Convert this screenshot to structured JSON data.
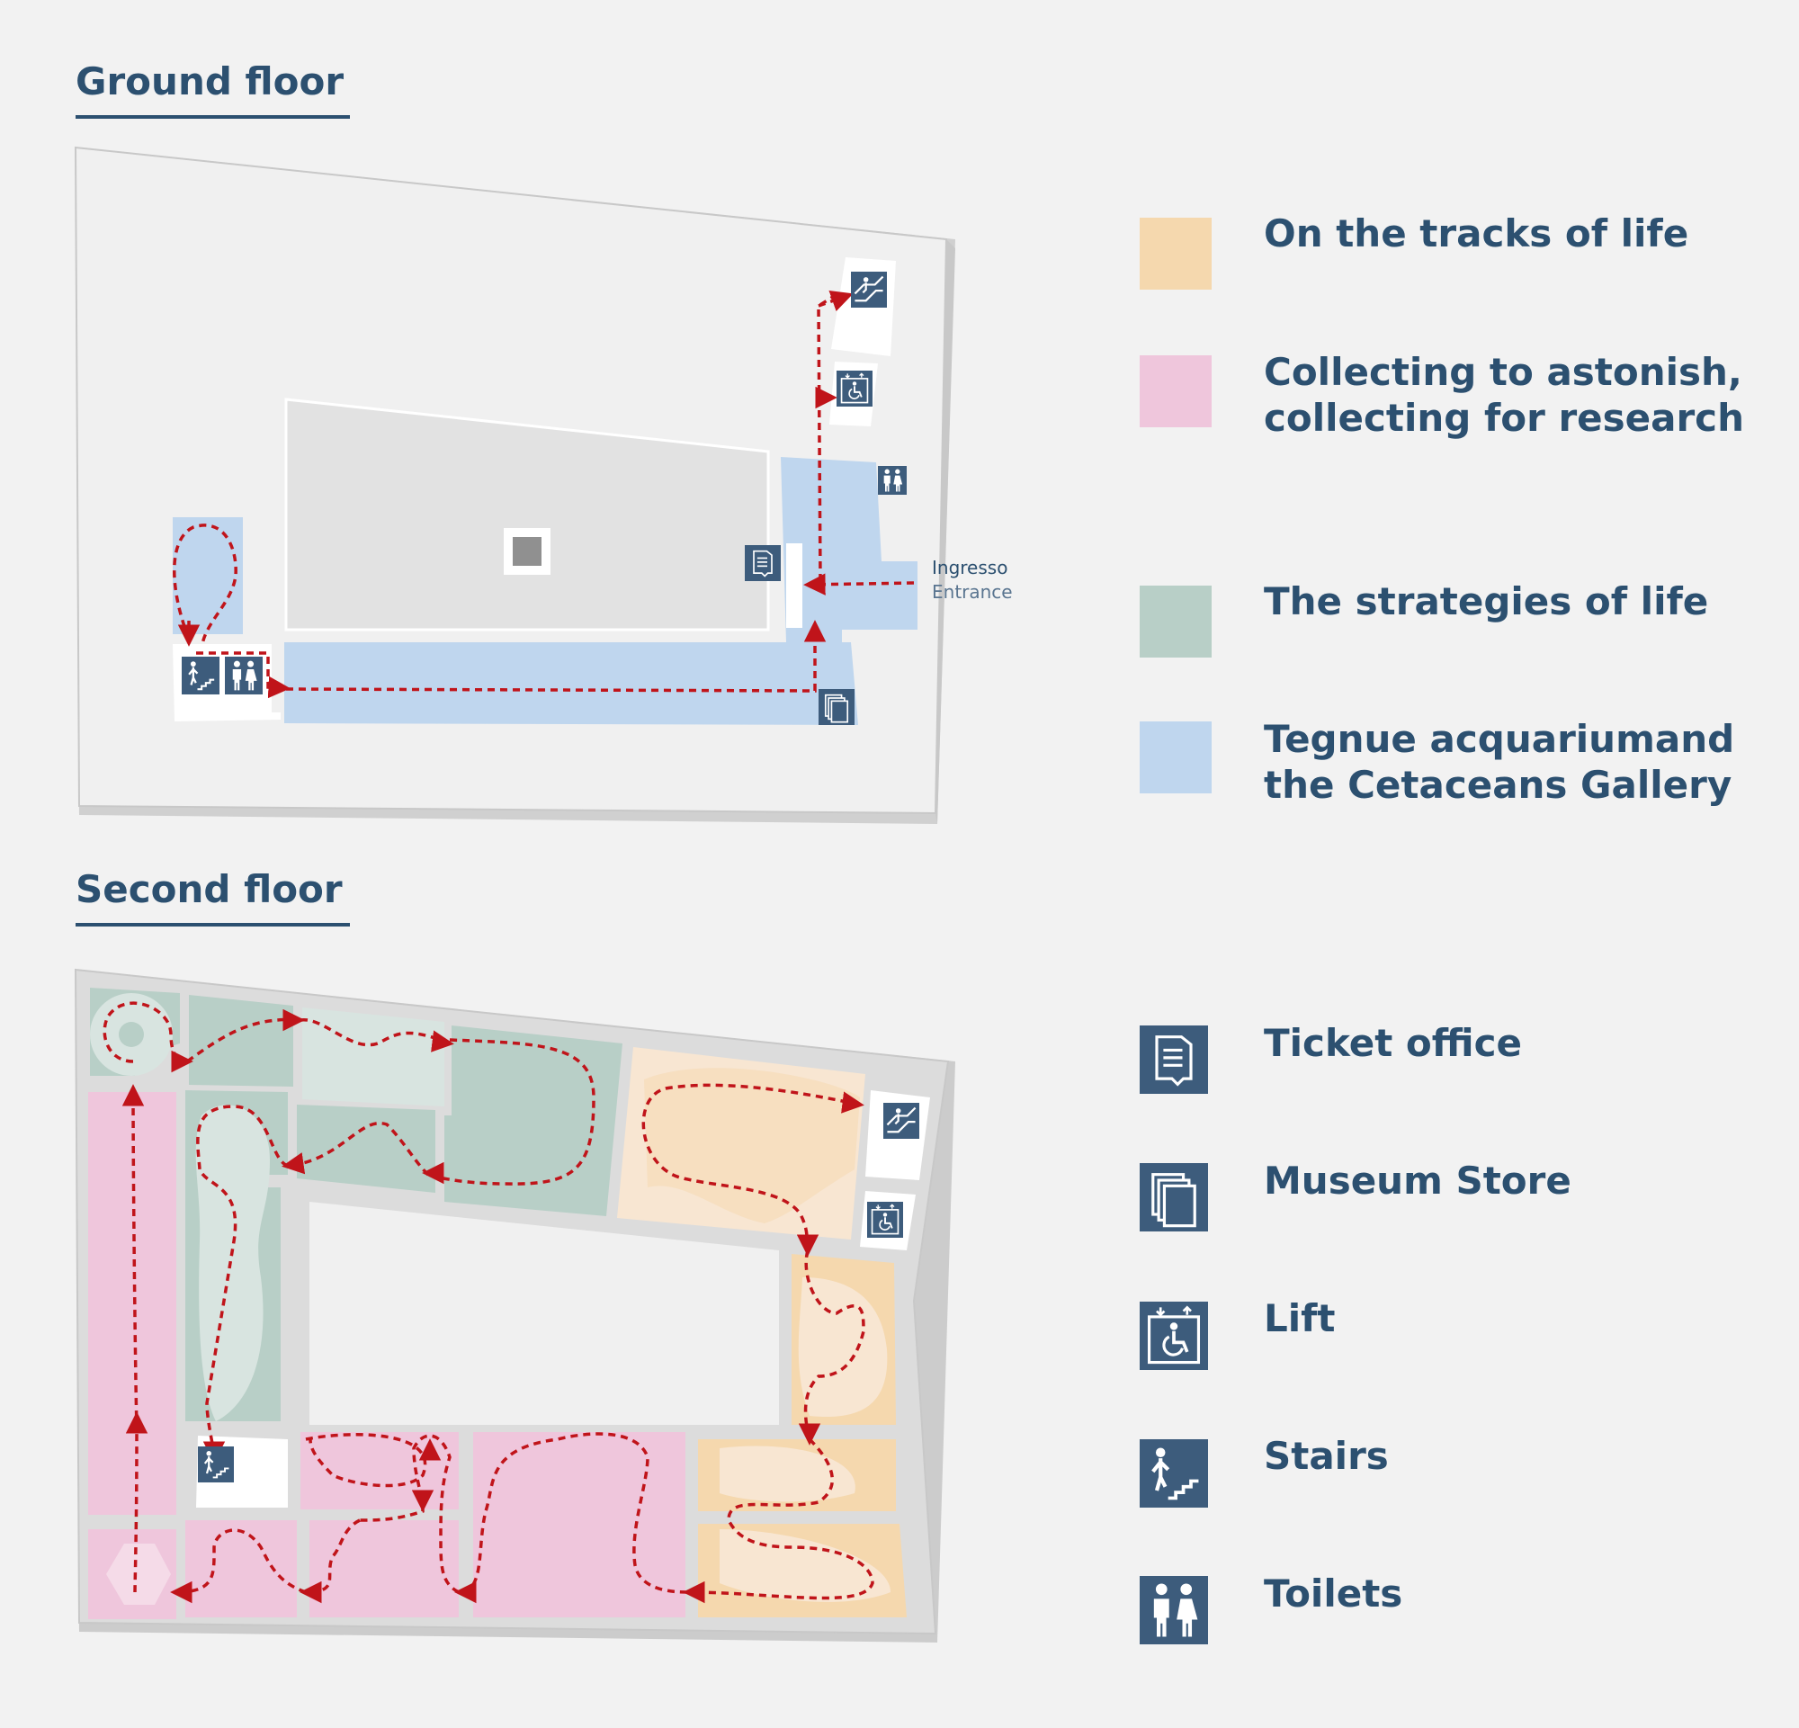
{
  "floors": {
    "ground": {
      "title": "Ground floor"
    },
    "second": {
      "title": "Second floor"
    }
  },
  "entrance": {
    "label_it": "Ingresso",
    "label_en": "Entrance"
  },
  "legend": {
    "sections": [
      {
        "label": "On the tracks of life",
        "color": "#f5d8ae"
      },
      {
        "label": "Collecting to astonish,\ncollecting for research",
        "color": "#efc6dc"
      },
      {
        "label": "The strategies of life",
        "color": "#b8cfc7"
      },
      {
        "label": "Tegnue acquariumand\nthe Cetaceans Gallery",
        "color": "#bfd6ee"
      }
    ],
    "symbols": [
      {
        "label": "Ticket office",
        "icon": "ticket-office-icon"
      },
      {
        "label": "Museum Store",
        "icon": "museum-store-icon"
      },
      {
        "label": "Lift",
        "icon": "lift-icon"
      },
      {
        "label": "Stairs",
        "icon": "stairs-icon"
      },
      {
        "label": "Toilets",
        "icon": "toilets-icon"
      }
    ]
  },
  "colors": {
    "title": "#2c5070",
    "icon_bg": "#3d5c7c",
    "route": "#c0141a",
    "building": "#e8e8e8",
    "wall": "#d0d0d0"
  }
}
